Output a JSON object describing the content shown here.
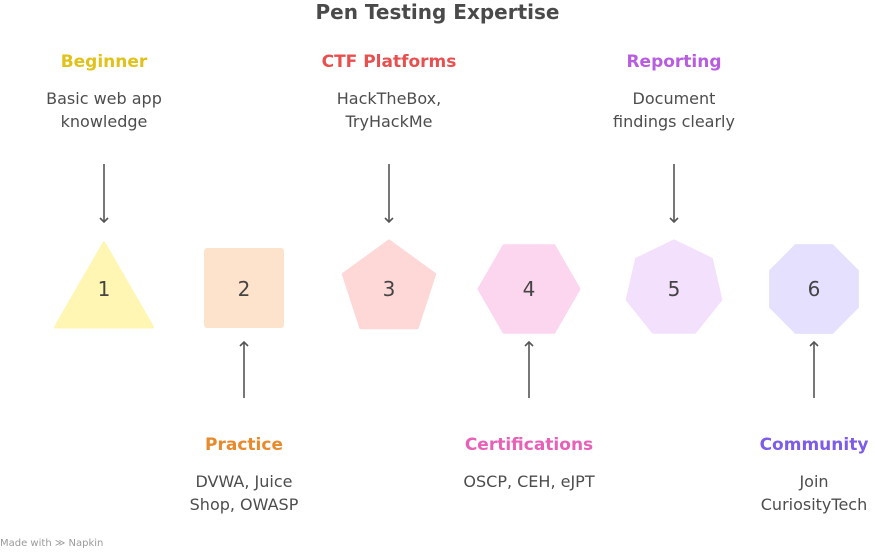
{
  "title": "Pen Testing Expertise",
  "steps": [
    {
      "number": "1",
      "label": "Beginner",
      "desc_lines": [
        "Basic web app",
        "knowledge"
      ],
      "label_color": "#e0c21b",
      "fill": "#fff6b3",
      "shape": "triangle",
      "text_position": "top"
    },
    {
      "number": "2",
      "label": "Practice",
      "desc_lines": [
        "DVWA, Juice",
        "Shop, OWASP"
      ],
      "label_color": "#e88a2c",
      "fill": "#fde3cc",
      "shape": "square",
      "text_position": "bottom"
    },
    {
      "number": "3",
      "label": "CTF Platforms",
      "desc_lines": [
        "HackTheBox,",
        "TryHackMe"
      ],
      "label_color": "#e85050",
      "fill": "#fdd8d6",
      "shape": "pentagon",
      "text_position": "top"
    },
    {
      "number": "4",
      "label": "Certifications",
      "desc_lines": [
        "OSCP, CEH, eJPT"
      ],
      "label_color": "#e860b8",
      "fill": "#fcd6ef",
      "shape": "hexagon",
      "text_position": "bottom"
    },
    {
      "number": "5",
      "label": "Reporting",
      "desc_lines": [
        "Document",
        "findings clearly"
      ],
      "label_color": "#b85ce0",
      "fill": "#f3e0fc",
      "shape": "heptagon",
      "text_position": "top"
    },
    {
      "number": "6",
      "label": "Community",
      "desc_lines": [
        "Join",
        "CuriosityTech"
      ],
      "label_color": "#7c5ce8",
      "fill": "#e4e0fd",
      "shape": "octagon",
      "text_position": "bottom"
    }
  ],
  "footer": {
    "made_with": "Made with",
    "brand": "Napkin"
  }
}
